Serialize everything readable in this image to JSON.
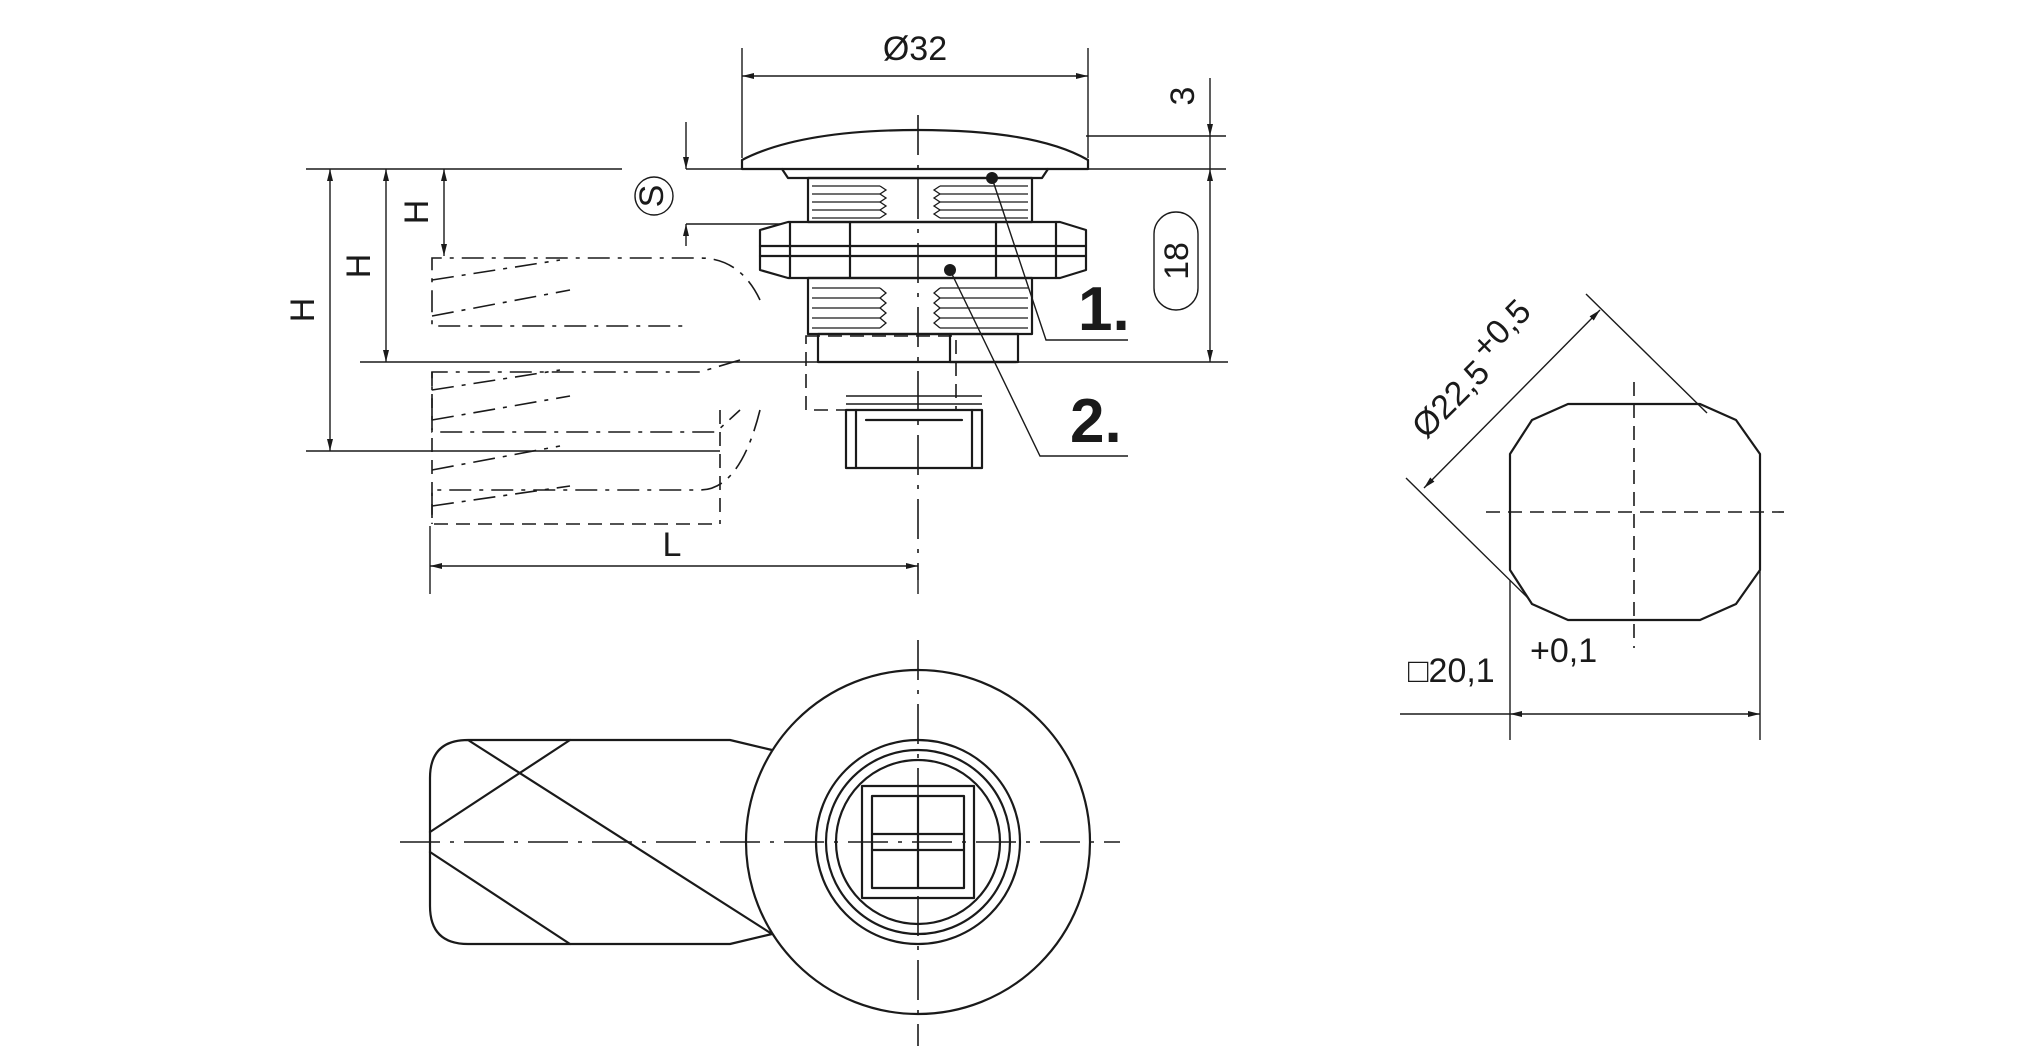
{
  "drawing": {
    "dimensions": {
      "top_diameter": "Ø32",
      "cap_height": "3",
      "stroke_circle": "S",
      "body_height_badge": "18",
      "lever_offset_small": "H",
      "lever_offset_medium": "H",
      "lever_offset_large": "H",
      "lever_length": "L",
      "cutout_diameter": "Ø22,5",
      "cutout_diameter_tol": "+0,5",
      "cutout_square": "□20,1",
      "cutout_square_tol": "+0,1"
    },
    "callouts": {
      "part_1": "1.",
      "part_2": "2."
    }
  }
}
